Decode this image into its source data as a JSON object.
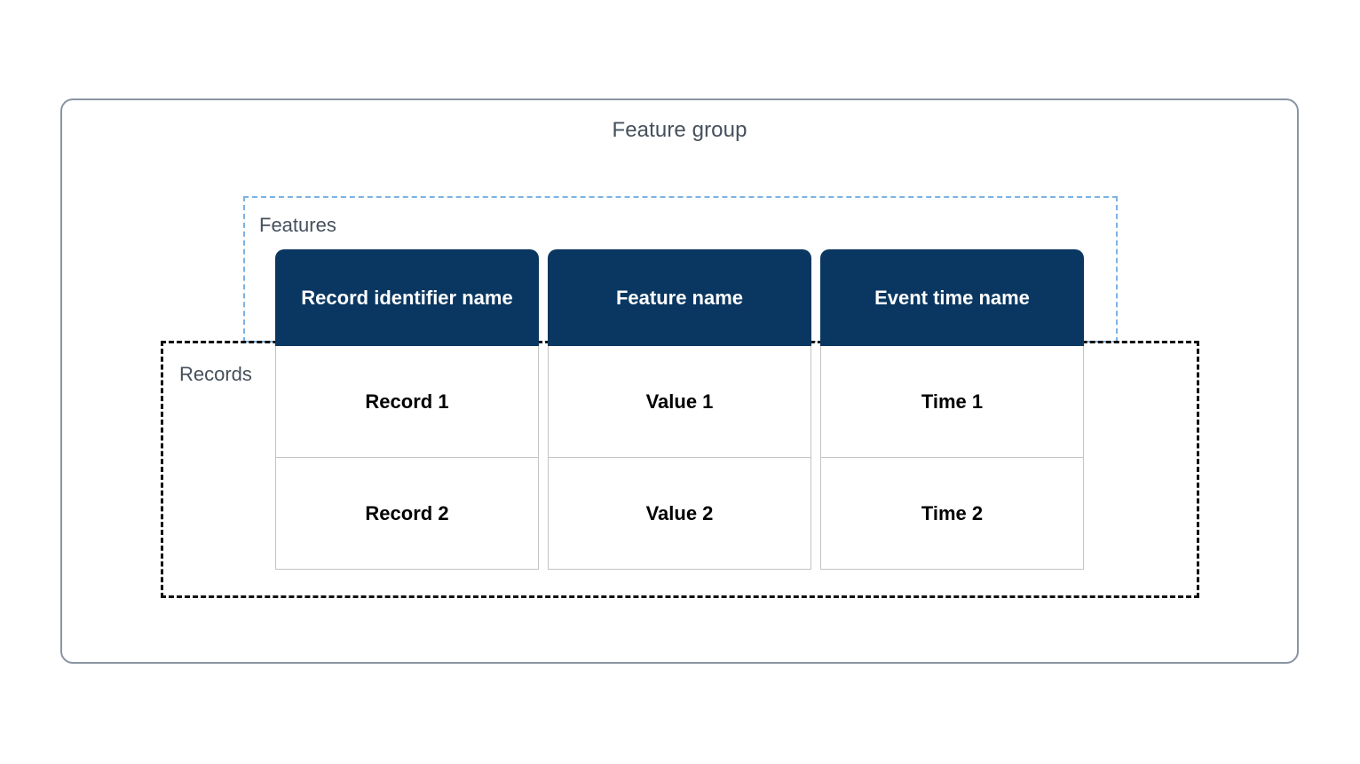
{
  "diagram": {
    "title": "Feature group",
    "groups": {
      "features_label": "Features",
      "records_label": "Records"
    },
    "colors": {
      "header_background": "#0a3761",
      "header_text": "#ffffff",
      "outer_border": "#8a94a3",
      "features_border": "#7cb2e4",
      "records_border": "#111111",
      "cell_border": "#c4c4c4",
      "label_text": "#46505c",
      "cell_text": "#000000"
    },
    "table": {
      "headers": [
        "Record identifier name",
        "Feature name",
        "Event time name"
      ],
      "rows": [
        [
          "Record 1",
          "Value 1",
          "Time 1"
        ],
        [
          "Record 2",
          "Value 2",
          "Time 2"
        ]
      ]
    }
  }
}
